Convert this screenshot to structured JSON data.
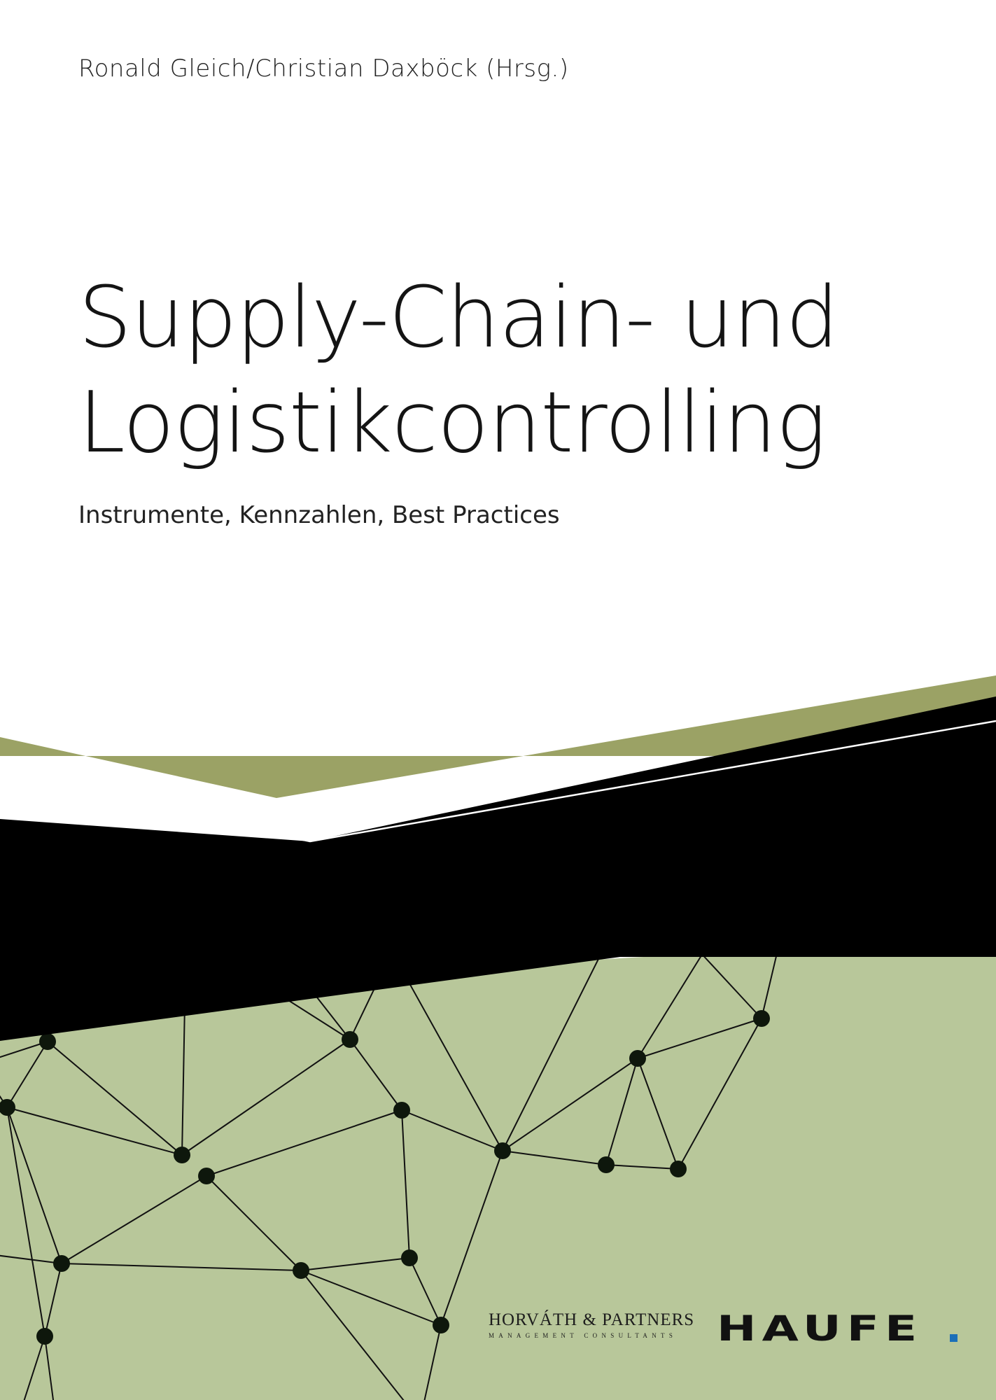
{
  "authors": "Ronald Gleich/Christian Daxböck (Hrsg.)",
  "title": {
    "line1": "Supply-Chain- und",
    "line2": "Logistikcontrolling"
  },
  "subtitle": "Instrumente, Kennzahlen, Best Practices",
  "logos": {
    "horvath_name": "HORVÁTH & PARTNERS",
    "horvath_tagline": "MANAGEMENT CONSULTANTS",
    "haufe": "HAUFE"
  },
  "colors": {
    "background": "#ffffff",
    "olive_band": "#9ba265",
    "black_band": "#000000",
    "sage_area": "#b8c79a",
    "network_line": "#111111",
    "node": "#0e170c",
    "haufe_dot": "#1b6fb8"
  }
}
